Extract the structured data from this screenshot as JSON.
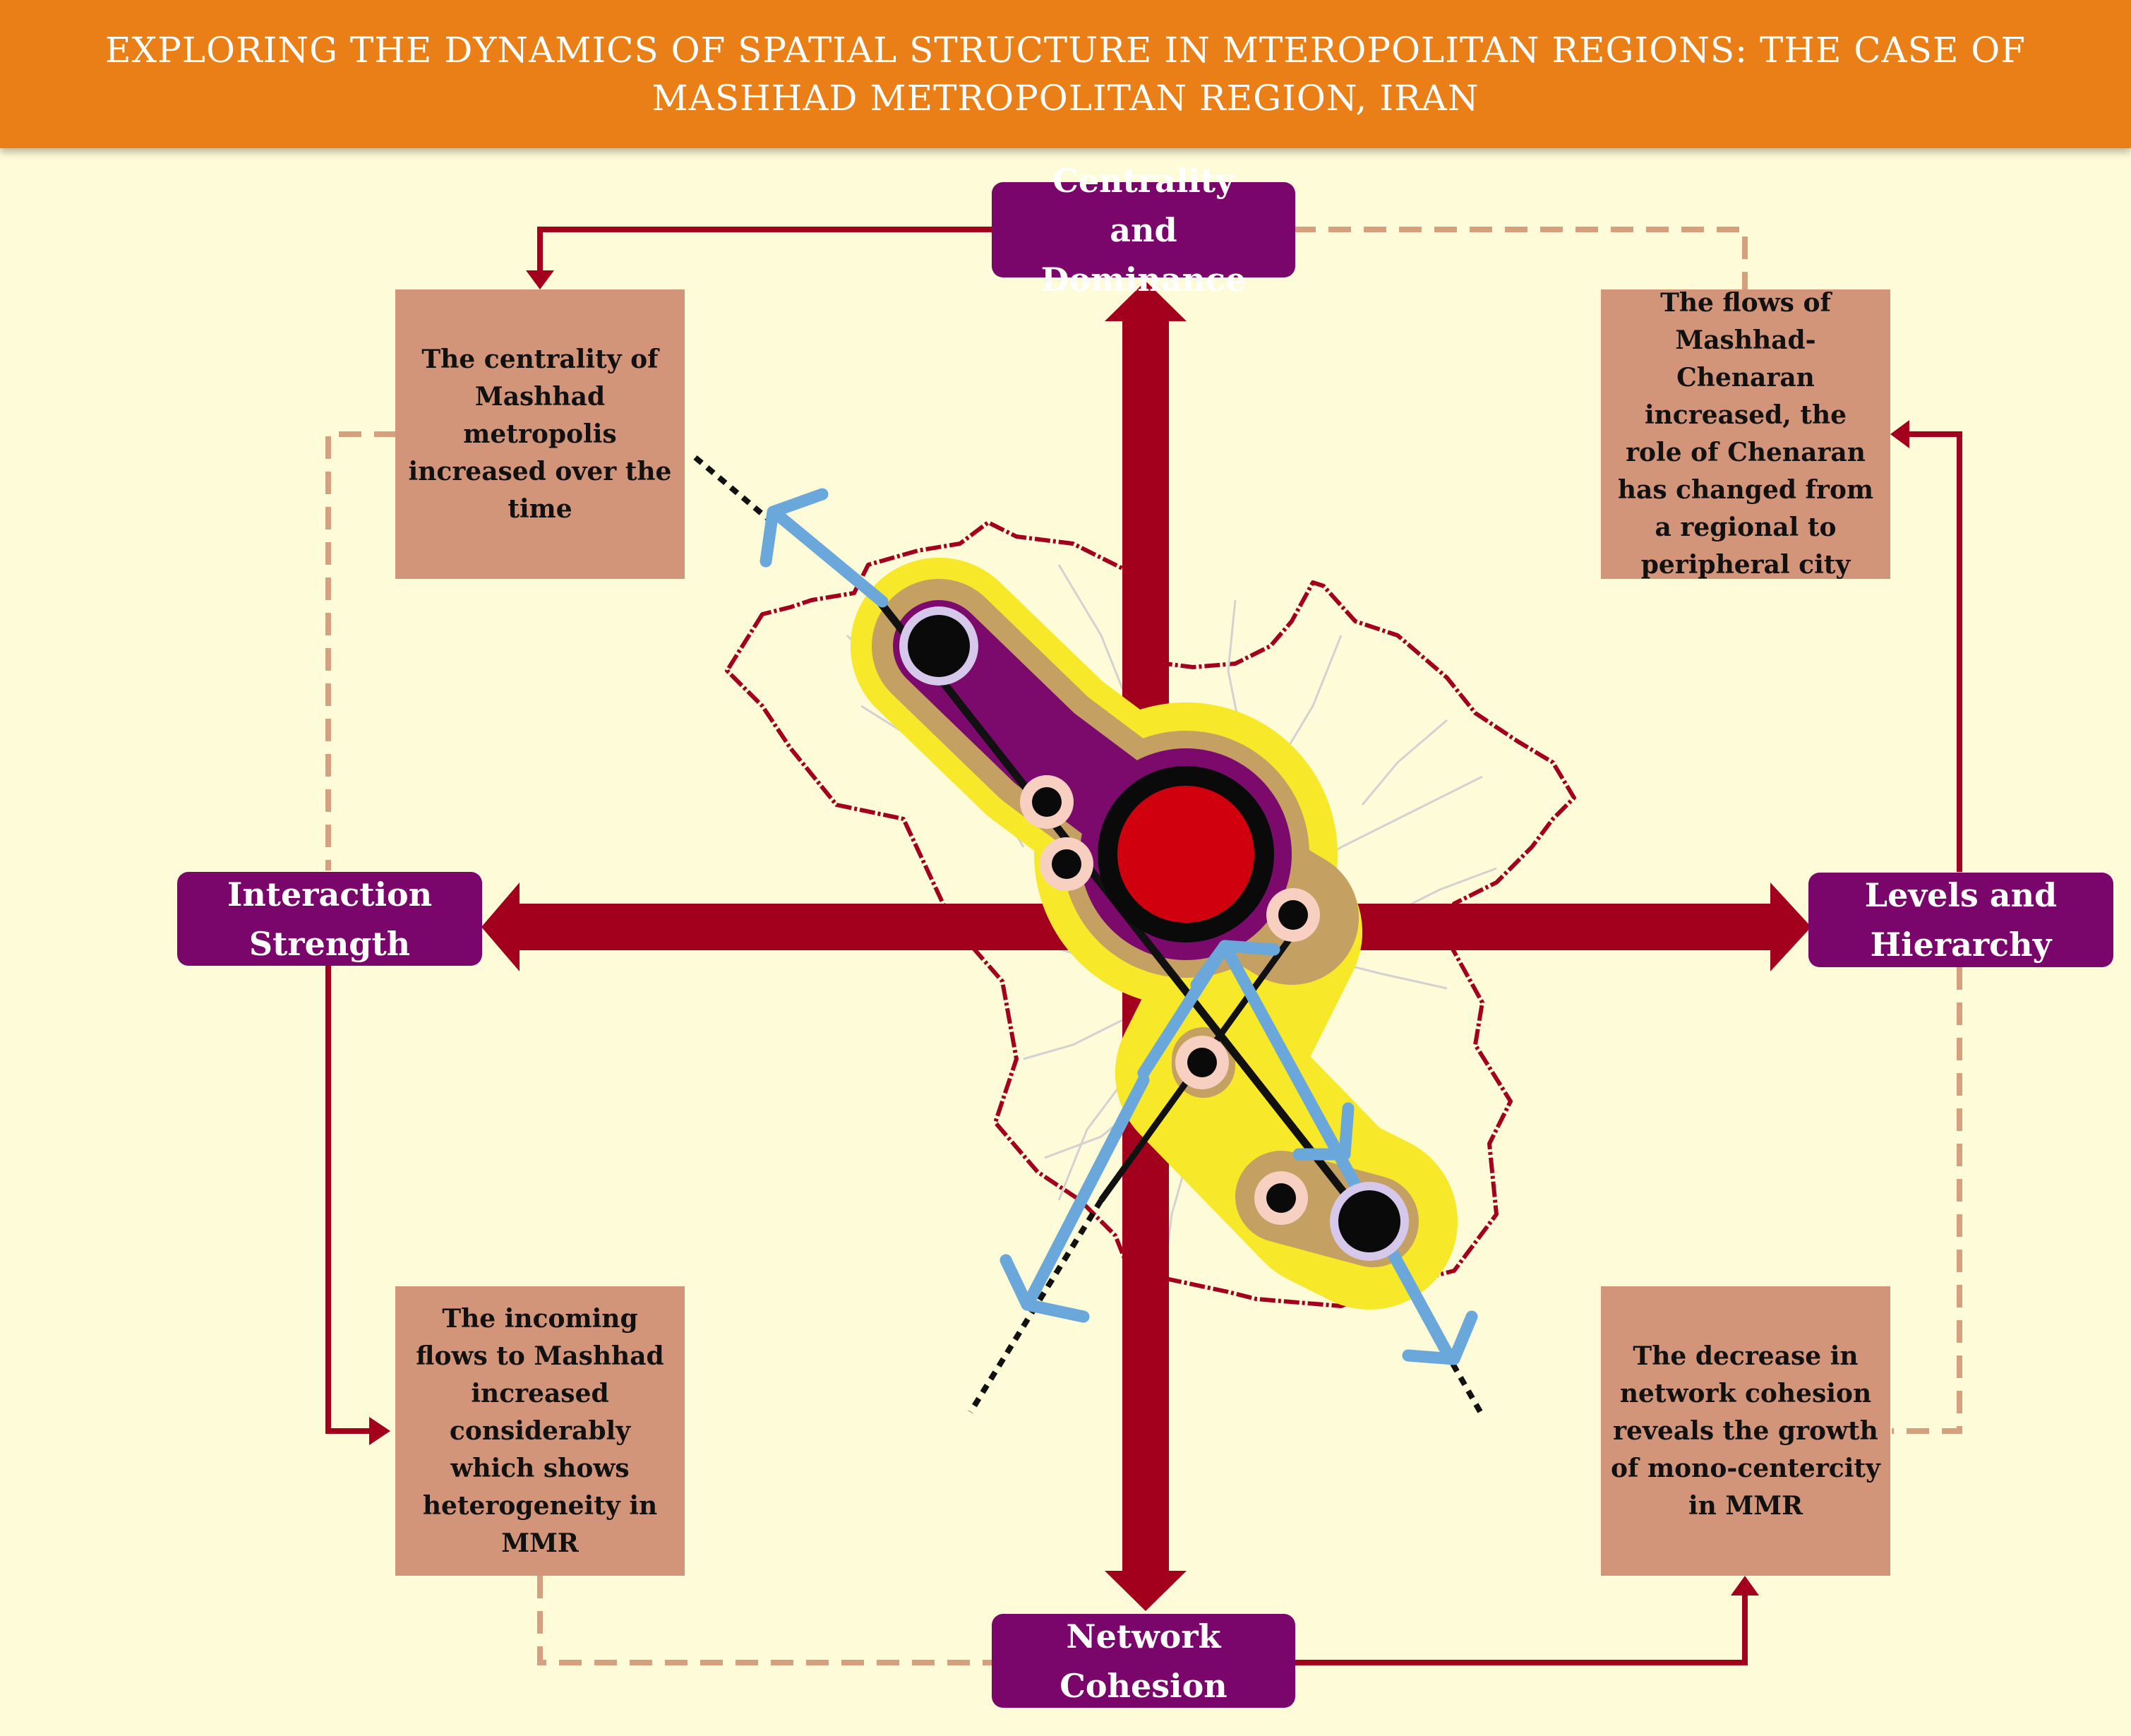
{
  "header": {
    "title": "EXPLORING THE DYNAMICS OF SPATIAL STRUCTURE IN MTEROPOLITAN REGIONS: THE CASE OF MASHHAD METROPOLITAN REGION, IRAN"
  },
  "concepts": {
    "top": "Centrality and Dominance",
    "left": "Interaction Strength",
    "right": "Levels and Hierarchy",
    "bottom": "Network Cohesion"
  },
  "findings": {
    "top_left": "The centrality of Mashhad metropolis increased over the time",
    "top_right": "The flows of Mashhad-Chenaran increased, the role of Chenaran has changed from a regional to peripheral city",
    "bottom_left": "The incoming flows to Mashhad increased considerably which shows heterogeneity in MMR",
    "bottom_right": "The decrease in network cohesion reveals the growth of mono-centercity in MMR"
  },
  "colors": {
    "banner": "#e97f16",
    "background": "#fefbd8",
    "concept_box": "#7a066b",
    "finding_box": "#d2957a",
    "arrow": "#a3001e",
    "dashed_connector": "#d6a07e",
    "flow_arrow": "#6aa8dc",
    "core_city": "#d0000f",
    "corridor_outer": "#f7e82a",
    "corridor_mid": "#c4a062",
    "corridor_inner": "#7c0a6c",
    "boundary": "#a3001e"
  }
}
